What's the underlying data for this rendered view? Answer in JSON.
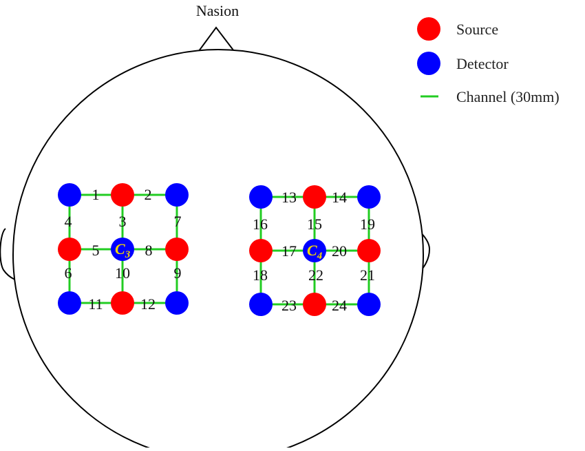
{
  "landmark": {
    "nasion": "Nasion"
  },
  "legend": {
    "source": {
      "label": "Source",
      "color": "#ff0000"
    },
    "detector": {
      "label": "Detector",
      "color": "#0000ff"
    },
    "channel": {
      "label": "Channel (30mm)",
      "color": "#22cc22"
    }
  },
  "electrodes": {
    "left": {
      "letter": "C",
      "sub": "3"
    },
    "right": {
      "letter": "C",
      "sub": "4"
    }
  },
  "grids": [
    {
      "name": "left",
      "nodes": [
        [
          "detector",
          "source",
          "detector"
        ],
        [
          "source",
          "detector",
          "source"
        ],
        [
          "detector",
          "source",
          "detector"
        ]
      ],
      "channel_labels": [
        "1",
        "2",
        "4",
        "3",
        "7",
        "5",
        "8",
        "6",
        "10",
        "9",
        "11",
        "12"
      ]
    },
    {
      "name": "right",
      "nodes": [
        [
          "detector",
          "source",
          "detector"
        ],
        [
          "source",
          "detector",
          "source"
        ],
        [
          "detector",
          "source",
          "detector"
        ]
      ],
      "channel_labels": [
        "13",
        "14",
        "16",
        "15",
        "19",
        "17",
        "20",
        "18",
        "22",
        "21",
        "23",
        "24"
      ]
    }
  ]
}
